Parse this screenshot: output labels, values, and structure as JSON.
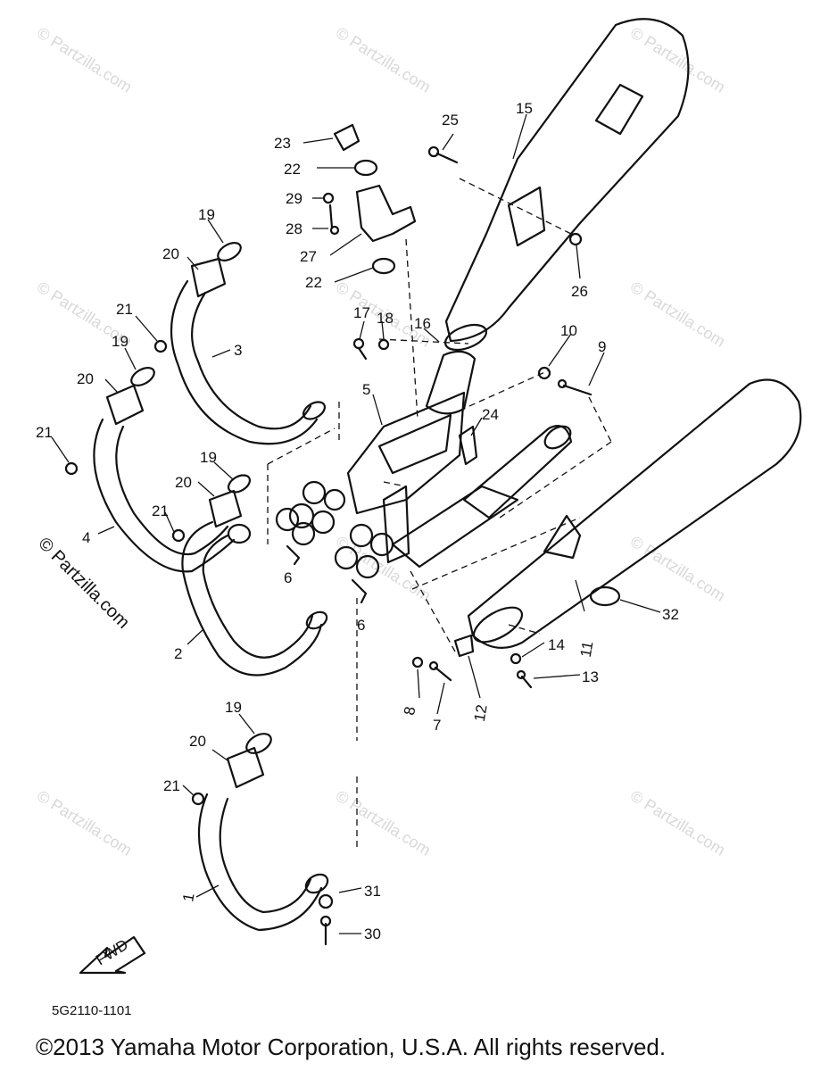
{
  "watermark": "© Partzilla.com",
  "diagram_code": "5G2110-1101",
  "copyright": "©2013 Yamaha Motor Corporation, U.S.A. All rights reserved.",
  "fwd_label": "FWD",
  "callouts": {
    "p1": "1",
    "p2": "2",
    "p3": "3",
    "p4": "4",
    "p5": "5",
    "p6a": "6",
    "p6b": "6",
    "p7": "7",
    "p8": "8",
    "p9": "9",
    "p10": "10",
    "p11": "11",
    "p12": "12",
    "p13": "13",
    "p14": "14",
    "p15": "15",
    "p16": "16",
    "p17": "17",
    "p18": "18",
    "p19a": "19",
    "p19b": "19",
    "p19c": "19",
    "p19d": "19",
    "p20a": "20",
    "p20b": "20",
    "p20c": "20",
    "p20d": "20",
    "p21a": "21",
    "p21b": "21",
    "p21c": "21",
    "p21d": "21",
    "p22a": "22",
    "p22b": "22",
    "p23": "23",
    "p24": "24",
    "p25": "25",
    "p26": "26",
    "p27": "27",
    "p28": "28",
    "p29": "29",
    "p30": "30",
    "p31": "31",
    "p32": "32"
  }
}
